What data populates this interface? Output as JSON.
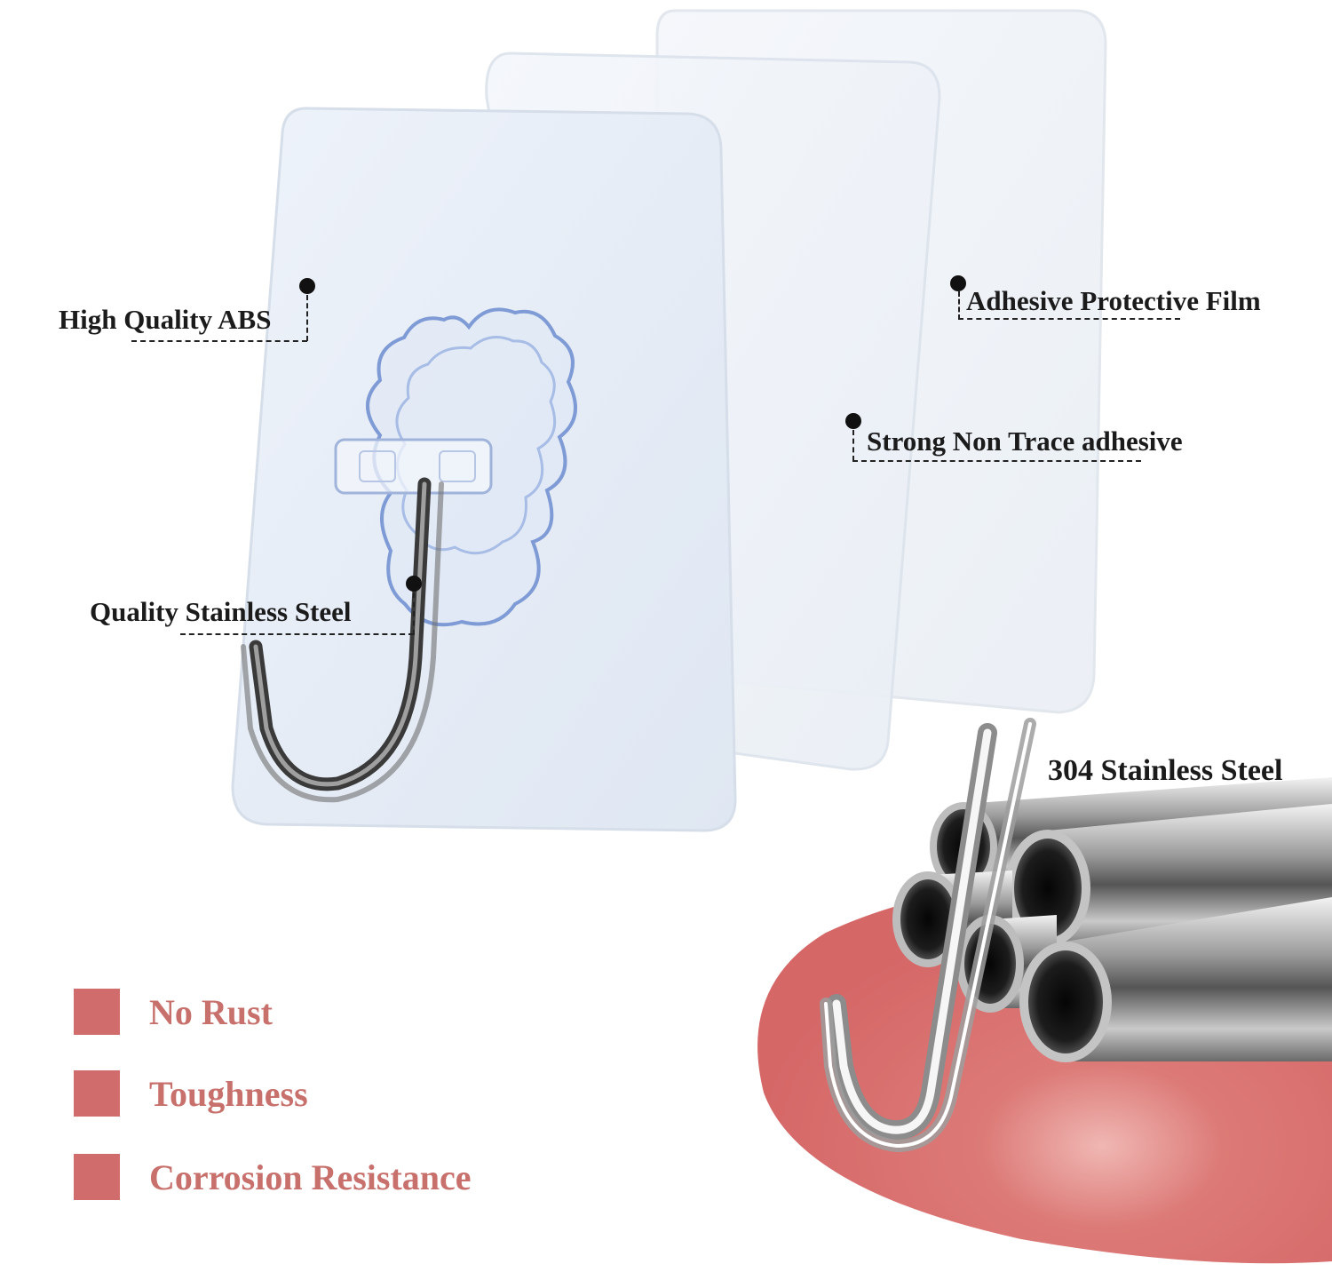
{
  "callouts": {
    "abs": "High Quality ABS",
    "film": "Adhesive Protective Film",
    "adhesive": "Strong Non Trace adhesive",
    "steel_hook": "Quality Stainless Steel",
    "steel_304": "304 Stainless Steel"
  },
  "features": [
    {
      "label": "No Rust"
    },
    {
      "label": "Toughness"
    },
    {
      "label": "Corrosion Resistance"
    }
  ],
  "colors": {
    "accent": "#d06c6c",
    "feature_text": "#c8706c",
    "platform": "#d86b6b",
    "callout_text": "#1b1b1b"
  }
}
